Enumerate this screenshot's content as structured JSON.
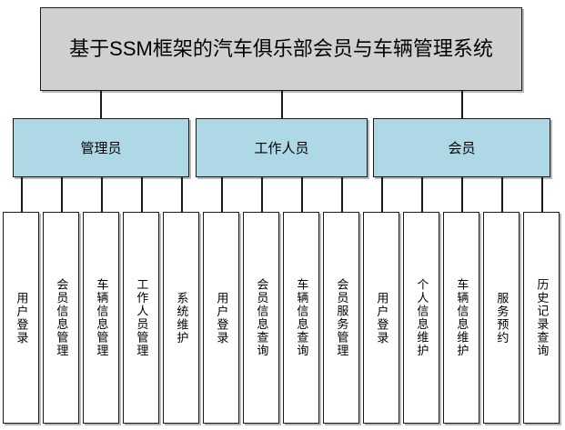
{
  "diagram": {
    "type": "hierarchy-tree",
    "title": "基于SSM框架的汽车俱乐部会员与车辆管理系统",
    "colors": {
      "root_fill": "#d0d0d0",
      "role_fill": "#aed8e6",
      "leaf_fill": "#ffffff",
      "border": "#1a1a1a",
      "background": "#ffffff"
    },
    "root": {
      "label": "基于SSM框架的汽车俱乐部会员与车辆管理系统"
    },
    "roles": [
      {
        "label": "管理员",
        "leaves": [
          {
            "label": "用户登录"
          },
          {
            "label": "会员信息管理"
          },
          {
            "label": "车辆信息管理"
          },
          {
            "label": "工作人员管理"
          },
          {
            "label": "系统维护"
          }
        ]
      },
      {
        "label": "工作人员",
        "leaves": [
          {
            "label": "用户登录"
          },
          {
            "label": "会员信息查询"
          },
          {
            "label": "车辆信息查询"
          },
          {
            "label": "会员服务管理"
          }
        ]
      },
      {
        "label": "会员",
        "leaves": [
          {
            "label": "用户登录"
          },
          {
            "label": "个人信息维护"
          },
          {
            "label": "车辆信息维护"
          },
          {
            "label": "服务预约"
          },
          {
            "label": "历史记录查询"
          }
        ]
      }
    ]
  }
}
